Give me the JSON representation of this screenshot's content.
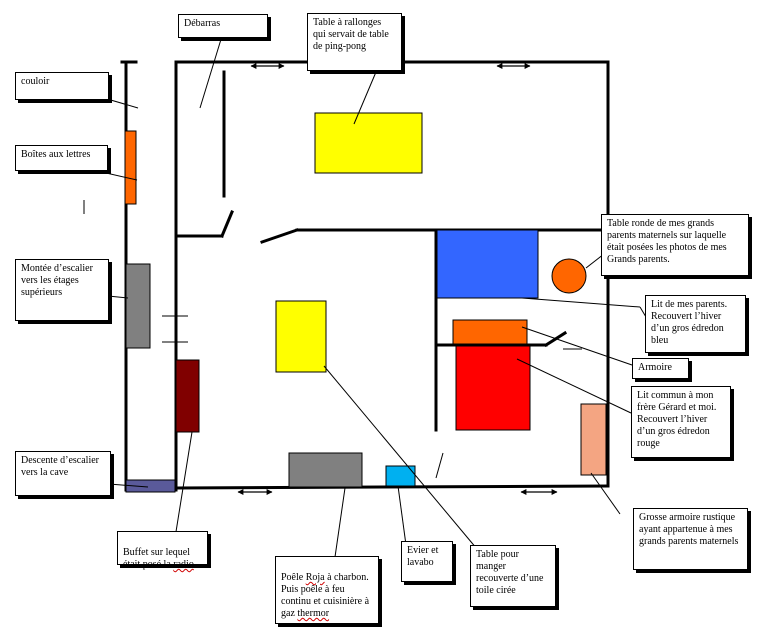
{
  "labels": {
    "couloir": "couloir",
    "debarras": "Débarras",
    "table_rallonges": "Table à rallonges qui servait de table de ping-pong",
    "boites_lettres": "Boîtes aux lettres",
    "montee_escalier": "Montée d’escalier vers les étages supérieurs",
    "table_ronde": "Table ronde de mes grands parents maternels sur laquelle était posées les photos de mes Grands parents.",
    "lit_parents": "Lit de mes parents. Recouvert l’hiver d’un gros édredon bleu",
    "armoire": "Armoire",
    "lit_commun": "Lit commun à mon frère Gérard et moi. Recouvert l’hiver d’un gros édredon rouge",
    "descente_cave": "Descente d’escalier vers la cave",
    "grosse_armoire": "Grosse armoire rustique ayant appartenue à mes grands parents maternels",
    "buffet_prefix": "Buffet sur lequel était posé la ",
    "buffet_radio": "radio",
    "buffet_suffix": ".",
    "poele_prefix": "Poêle ",
    "poele_roja": "Roja",
    "poele_middle": " à charbon. Puis poêle à feu continu et cuisinière à gaz ",
    "poele_thermor": "thermor",
    "evier": "Evier et lavabo",
    "table_manger": "Table pour manger recouverte d’une toile cirée"
  },
  "colors": {
    "wall": "#000000",
    "yellow": "#ffff00",
    "blue": "#3366ff",
    "orange": "#ff6600",
    "red": "#ff0000",
    "gray": "#808080",
    "darkred": "#800000",
    "lightblue": "#00b0f0",
    "salmon": "#f4a582",
    "slate": "#5a5a9a",
    "spellcheck": "#d00000"
  }
}
